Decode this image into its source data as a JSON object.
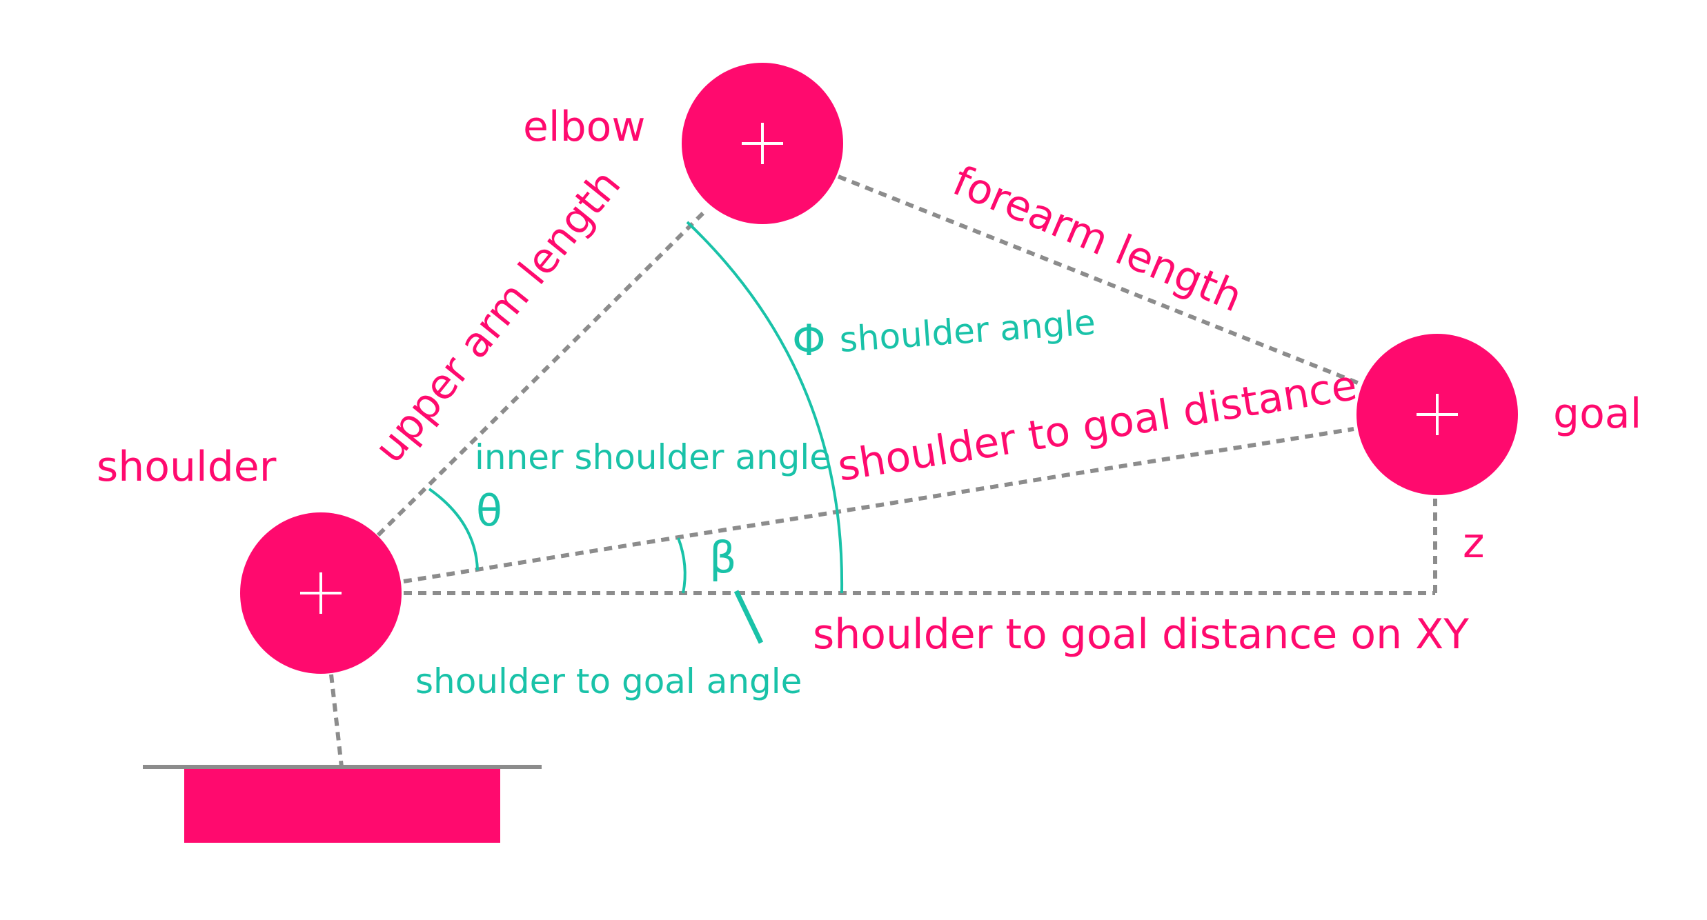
{
  "joints": {
    "shoulder": "shoulder",
    "elbow": "elbow",
    "goal": "goal"
  },
  "segments": {
    "upper_arm": "upper arm length",
    "forearm": "forearm length",
    "shoulder_goal": "shoulder to goal distance",
    "shoulder_goal_xy": "shoulder to goal distance on XY",
    "z": "z"
  },
  "angles": {
    "phi_symbol": "Φ",
    "phi_label": "shoulder angle",
    "theta_symbol": "θ",
    "theta_label": "inner shoulder angle",
    "beta_symbol": "β",
    "beta_label": "shoulder to goal angle"
  },
  "colors": {
    "joint": "#ff0a6e",
    "angle": "#19c2a8",
    "dashed_line": "#8c8c8c",
    "base_line": "#8c8c8c"
  }
}
